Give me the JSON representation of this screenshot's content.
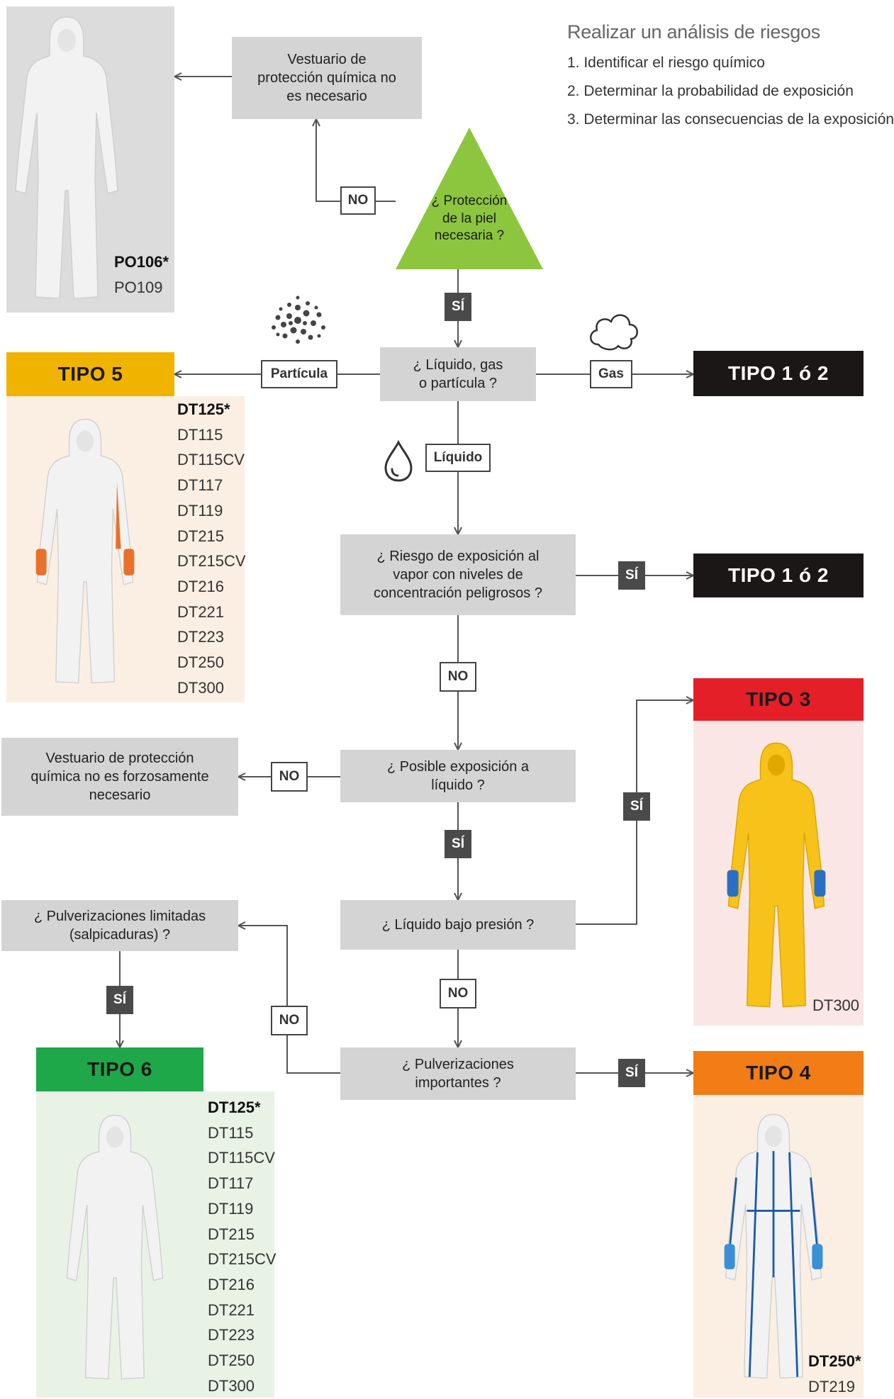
{
  "risk_analysis": {
    "title": "Realizar un análisis de riesgos",
    "steps": [
      "1. Identificar el riesgo químico",
      "2. Determinar la probabilidad de exposición",
      "3. Determinar las consecuencias de la exposición"
    ]
  },
  "nodes": {
    "not_needed": "Vestuario de protección química no es necesario",
    "skin_protection": "¿ Protección de la piel necesaria ?",
    "state_question": "¿ Líquido, gas o partícula ?",
    "vapor_question": "¿ Riesgo de exposición al vapor con niveles de concentración peligrosos ?",
    "liquid_exposure": "¿ Posible exposición a líquido ?",
    "not_necessarily": "Vestuario de protección química no es forzosamente necesario",
    "pressure_question": "¿ Líquido bajo presión ?",
    "limited_sprays": "¿ Pulverizaciones limitadas (salpicaduras) ?",
    "important_sprays": "¿ Pulverizaciones importantes ?"
  },
  "labels": {
    "no": "NO",
    "si": "SÍ",
    "particle": "Partícula",
    "gas": "Gas",
    "liquid": "Líquido"
  },
  "types": {
    "tipo5": {
      "label": "TIPO 5",
      "color": "#f0b400",
      "bg": "#fbefe3"
    },
    "tipo12a": {
      "label": "TIPO 1 ó 2",
      "color": "#1c1717"
    },
    "tipo12b": {
      "label": "TIPO 1 ó 2",
      "color": "#1c1717"
    },
    "tipo3": {
      "label": "TIPO 3",
      "color": "#e41f28",
      "bg": "#fae6e4"
    },
    "tipo4": {
      "label": "TIPO 4",
      "color": "#f27c16",
      "bg": "#fbefe3"
    },
    "tipo6": {
      "label": "TIPO 6",
      "color": "#1ea849",
      "bg": "#e8f3e6"
    }
  },
  "products": {
    "none": {
      "primary": "PO106*",
      "others": [
        "PO109"
      ]
    },
    "tipo5": {
      "primary": "DT125*",
      "others": [
        "DT115",
        "DT115CV",
        "DT117",
        "DT119",
        "DT215",
        "DT215CV",
        "DT216",
        "DT221",
        "DT223",
        "DT250",
        "DT300"
      ]
    },
    "tipo3": {
      "primary": "DT300",
      "others": []
    },
    "tipo4": {
      "primary": "DT250*",
      "others": [
        "DT219"
      ]
    },
    "tipo6": {
      "primary": "DT125*",
      "others": [
        "DT115",
        "DT115CV",
        "DT117",
        "DT119",
        "DT215",
        "DT215CV",
        "DT216",
        "DT221",
        "DT223",
        "DT250",
        "DT300"
      ]
    }
  },
  "colors": {
    "decision_triangle": "#8cc63f",
    "question_box": "#d4d4d4",
    "arrow": "#555555",
    "panel_grey": "#dcdcdc",
    "suit_white": "#f2f2f2",
    "suit_yellow": "#f7c21a",
    "suit_stripe_blue": "#1f5aa8"
  },
  "icons": [
    "coverall-icon",
    "particles-icon",
    "gas-cloud-icon",
    "droplet-icon"
  ]
}
